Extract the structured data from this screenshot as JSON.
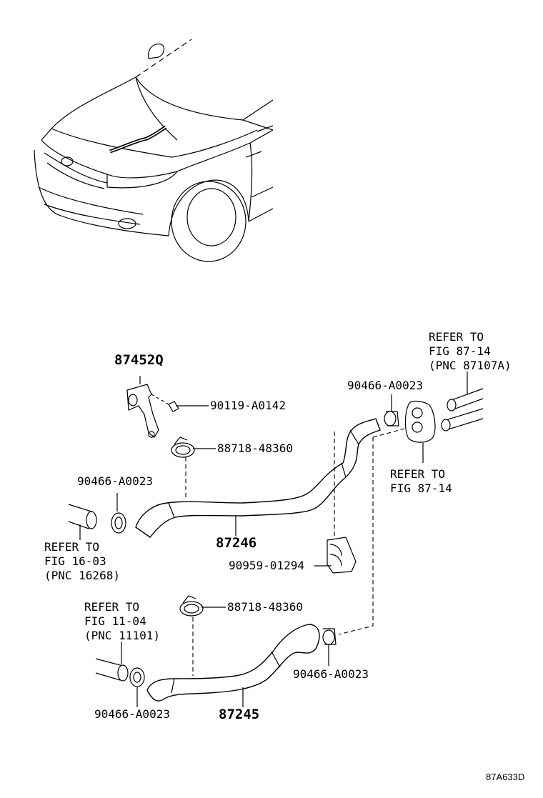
{
  "labels": {
    "part_87452q": "87452Q",
    "part_90119": "90119-A0142",
    "part_88718_upper": "88718-48360",
    "part_90466_upper_right": "90466-A0023",
    "part_90466_left": "90466-A0023",
    "part_87246": "87246",
    "part_90959": "90959-01294",
    "part_88718_lower": "88718-48360",
    "part_90466_lower_left": "90466-A0023",
    "part_90466_lower_right": "90466-A0023",
    "part_87245": "87245",
    "ref_top_right": [
      "REFER TO",
      "FIG 87-14",
      "(PNC 87107A)"
    ],
    "ref_mid_right": [
      "REFER TO",
      "FIG 87-14"
    ],
    "ref_left_upper": [
      "REFER TO",
      "FIG 16-03",
      "(PNC 16268)"
    ],
    "ref_left_lower": [
      "REFER TO",
      "FIG 11-04",
      "(PNC 11101)"
    ],
    "drawing_code": "87A633D"
  }
}
